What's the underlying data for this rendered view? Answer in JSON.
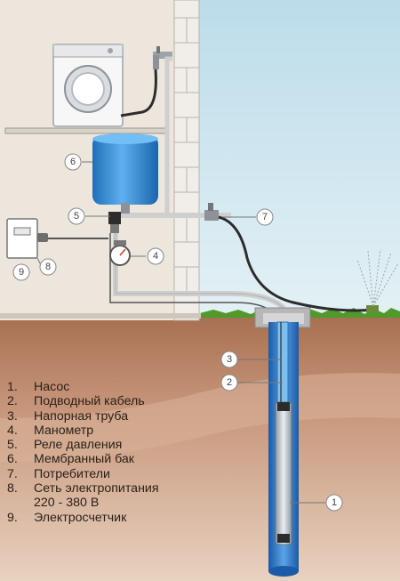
{
  "callouts": [
    {
      "number": "1"
    },
    {
      "number": "2"
    },
    {
      "number": "3"
    },
    {
      "number": "4"
    },
    {
      "number": "5"
    },
    {
      "number": "6"
    },
    {
      "number": "7"
    },
    {
      "number": "8"
    },
    {
      "number": "9"
    }
  ],
  "legend": [
    {
      "number": "1.",
      "text": "Насос"
    },
    {
      "number": "2.",
      "text": "Подводный кабель"
    },
    {
      "number": "3.",
      "text": "Напорная труба"
    },
    {
      "number": "4.",
      "text": "Манометр"
    },
    {
      "number": "5.",
      "text": "Реле давления"
    },
    {
      "number": "6.",
      "text": "Мембранный бак"
    },
    {
      "number": "7.",
      "text": "Потребители"
    },
    {
      "number": "8.",
      "text": "Сеть электропитания\n220 - 380 В"
    },
    {
      "number": "9.",
      "text": "Электросчетчик"
    }
  ],
  "colors": {
    "sky": "#cfe6ef",
    "house_wall": "#ece6dc",
    "brick": "#e9e5df",
    "soil": "#b8866a",
    "grass": "#4f9a2a",
    "tank": "#3b8fd8",
    "well_casing": "#2f6fc2",
    "pipe": "#d6d6d6",
    "cable": "#333333"
  }
}
